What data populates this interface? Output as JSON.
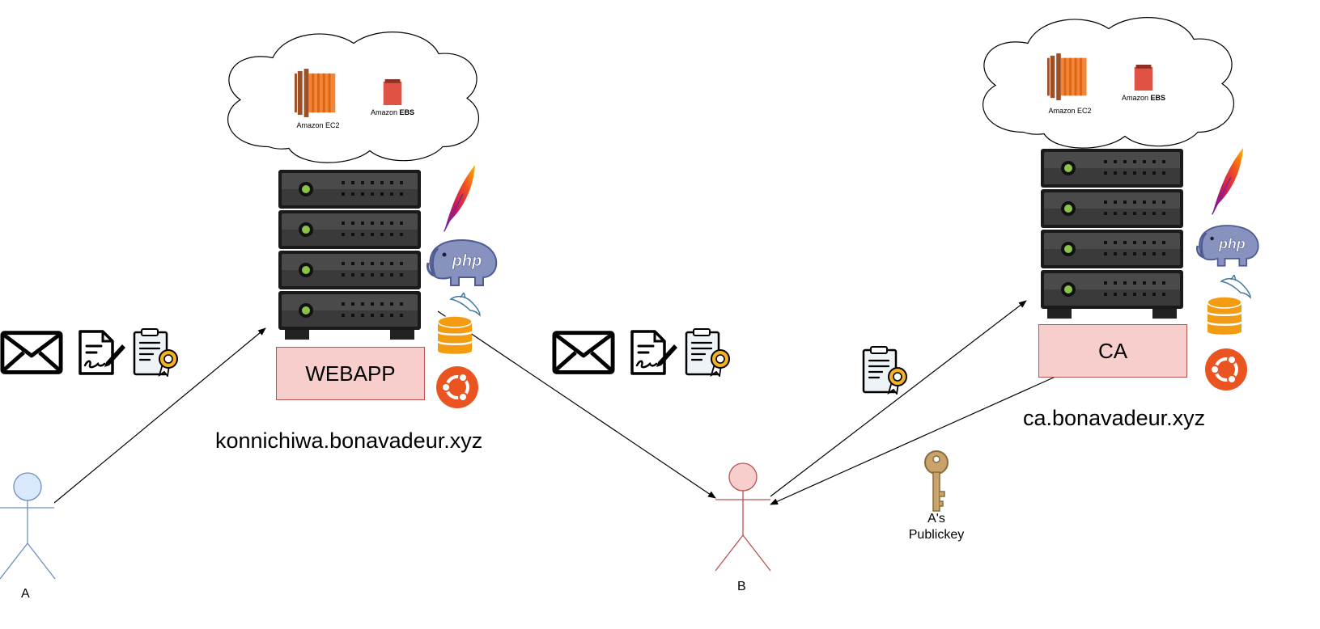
{
  "actors": {
    "a": {
      "label": "A"
    },
    "b": {
      "label": "B"
    }
  },
  "webapp": {
    "box_label": "WEBAPP",
    "domain": "konnichiwa.bonavadeur.xyz",
    "cloud": {
      "ec2_label": "Amazon EC2",
      "ebs_label_prefix": "Amazon ",
      "ebs_label_bold": "EBS"
    }
  },
  "ca": {
    "box_label": "CA",
    "domain": "ca.bonavadeur.xyz",
    "cloud": {
      "ec2_label": "Amazon EC2",
      "ebs_label_prefix": "Amazon ",
      "ebs_label_bold": "EBS"
    }
  },
  "key": {
    "line1": "A's",
    "line2": "Publickey"
  },
  "icons": [
    "envelope-icon",
    "signed-document-icon",
    "certificate-icon",
    "key-icon",
    "server-rack-icon",
    "apache-feather-icon",
    "php-elephant-icon",
    "mysql-dolphin-icon",
    "database-icon",
    "ubuntu-icon",
    "amazon-ec2-icon",
    "amazon-ebs-icon",
    "cloud-icon",
    "stick-figure-icon"
  ],
  "colors": {
    "actor_a": "#6c8ebf",
    "actor_a_fill": "#dae8fc",
    "actor_b": "#b85450",
    "actor_b_fill": "#f8cecc",
    "box_fill": "#f8cecc",
    "ec2": "#f58536",
    "ebs": "#e05243",
    "db": "#f39c12",
    "ubuntu": "#e95420",
    "php": "#8892bf"
  }
}
